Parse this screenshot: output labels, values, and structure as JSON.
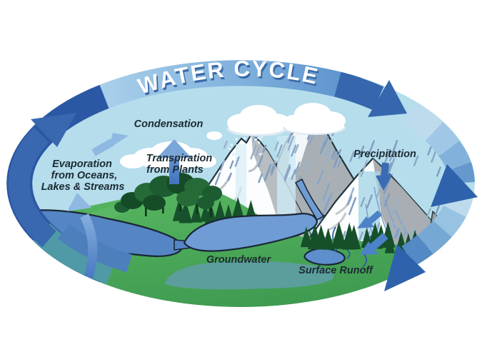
{
  "figure": {
    "type": "water-cycle-diagram",
    "title": "WATER CYCLE"
  },
  "labels": {
    "condensation": "Condensation",
    "transpiration_line1": "Transpiration",
    "transpiration_line2": "from Plants",
    "evaporation_line1": "Evaporation",
    "evaporation_line2": "from Oceans,",
    "evaporation_line3": "Lakes & Streams",
    "precipitation": "Precipitation",
    "groundwater": "Groundwater",
    "surface_runoff": "Surface Runoff"
  },
  "colors": {
    "sky": "#b5ddec",
    "arrow_dark_blue": "#3566ae",
    "ring_dark_blue": "#2b58a4",
    "ring_teal": "#4f9aa6",
    "band_light": "#a5cdea",
    "ground_green": "#4cab57",
    "tree_green": "#1d5c31",
    "water_blue": "#6f9cd4",
    "groundwater_teal": "#5e9da3",
    "mountain_gray": "#a9b0b5",
    "label_text": "#1c2b33",
    "title_text": "#ffffff",
    "title_shadow": "#3a6aa8"
  }
}
